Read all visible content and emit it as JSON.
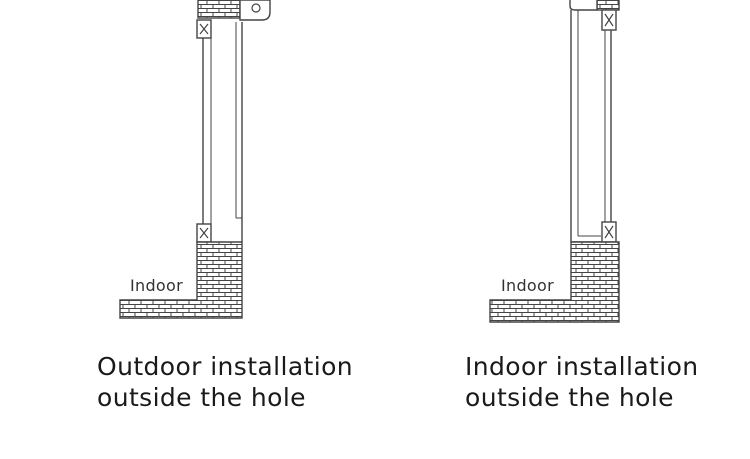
{
  "diagrams": [
    {
      "indoor_label": "Indoor",
      "caption_line1": "Outdoor installation",
      "caption_line2": "outside the hole"
    },
    {
      "indoor_label": "Indoor",
      "caption_line1": "Indoor installation",
      "caption_line2": "outside the hole"
    }
  ],
  "colors": {
    "line": "#444444",
    "brick_fill": "#ffffff",
    "background": "#ffffff"
  }
}
